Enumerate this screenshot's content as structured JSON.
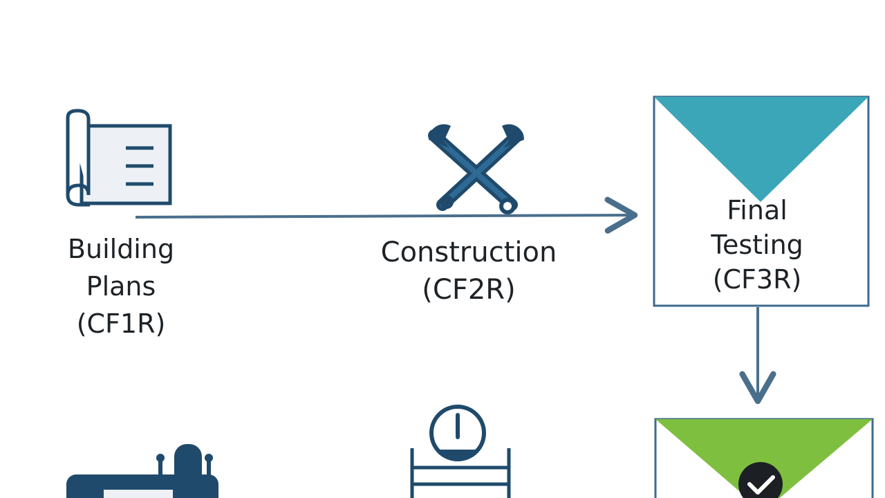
{
  "steps": [
    {
      "id": "building-plans",
      "lines": [
        "Building",
        "Plans",
        "(CF1R)"
      ],
      "icon": "blueprint-icon"
    },
    {
      "id": "construction",
      "lines": [
        "Construction",
        "(CF2R)"
      ],
      "icon": "wrench-screwdriver-icon"
    },
    {
      "id": "final-testing",
      "lines": [
        "Final",
        "Testing",
        "(CF3R)"
      ],
      "icon": "teal-envelope-icon"
    }
  ],
  "partial_icons": [
    "equipment-panel-icon",
    "gauge-icon",
    "green-envelope-checkmark-icon"
  ],
  "colors": {
    "navy": "#1f4a6b",
    "teal": "#3aa6b8",
    "green": "#7fbf3f",
    "text": "#1d2226",
    "stroke": "#3d6a8c"
  }
}
